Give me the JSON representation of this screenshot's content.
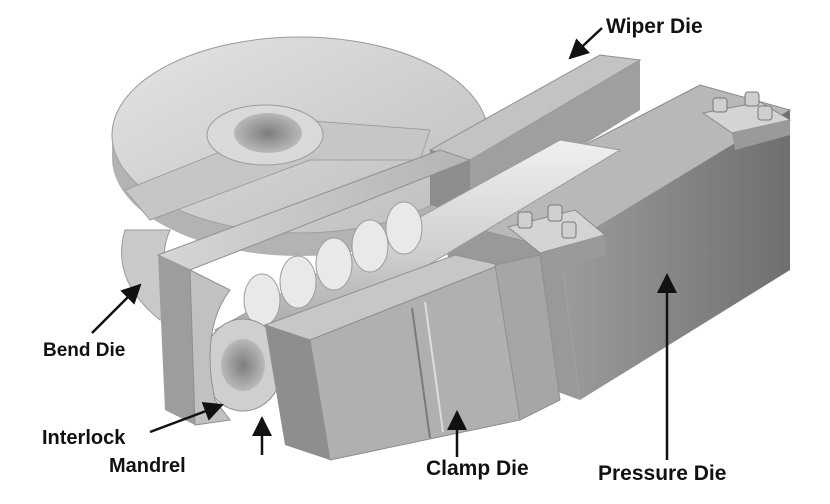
{
  "labels": {
    "wiper_die": "Wiper Die",
    "bend_die": "Bend Die",
    "interlock": "Interlock",
    "mandrel": "Mandrel",
    "clamp_die": "Clamp Die",
    "pressure_die": "Pressure Die"
  },
  "colors": {
    "background": "#ffffff",
    "steel_light": "#cfcfcf",
    "steel_mid": "#a9a9a9",
    "steel_dark": "#7a7a7a",
    "pressure_die": "#8a8a8a",
    "arrow": "#111111"
  }
}
